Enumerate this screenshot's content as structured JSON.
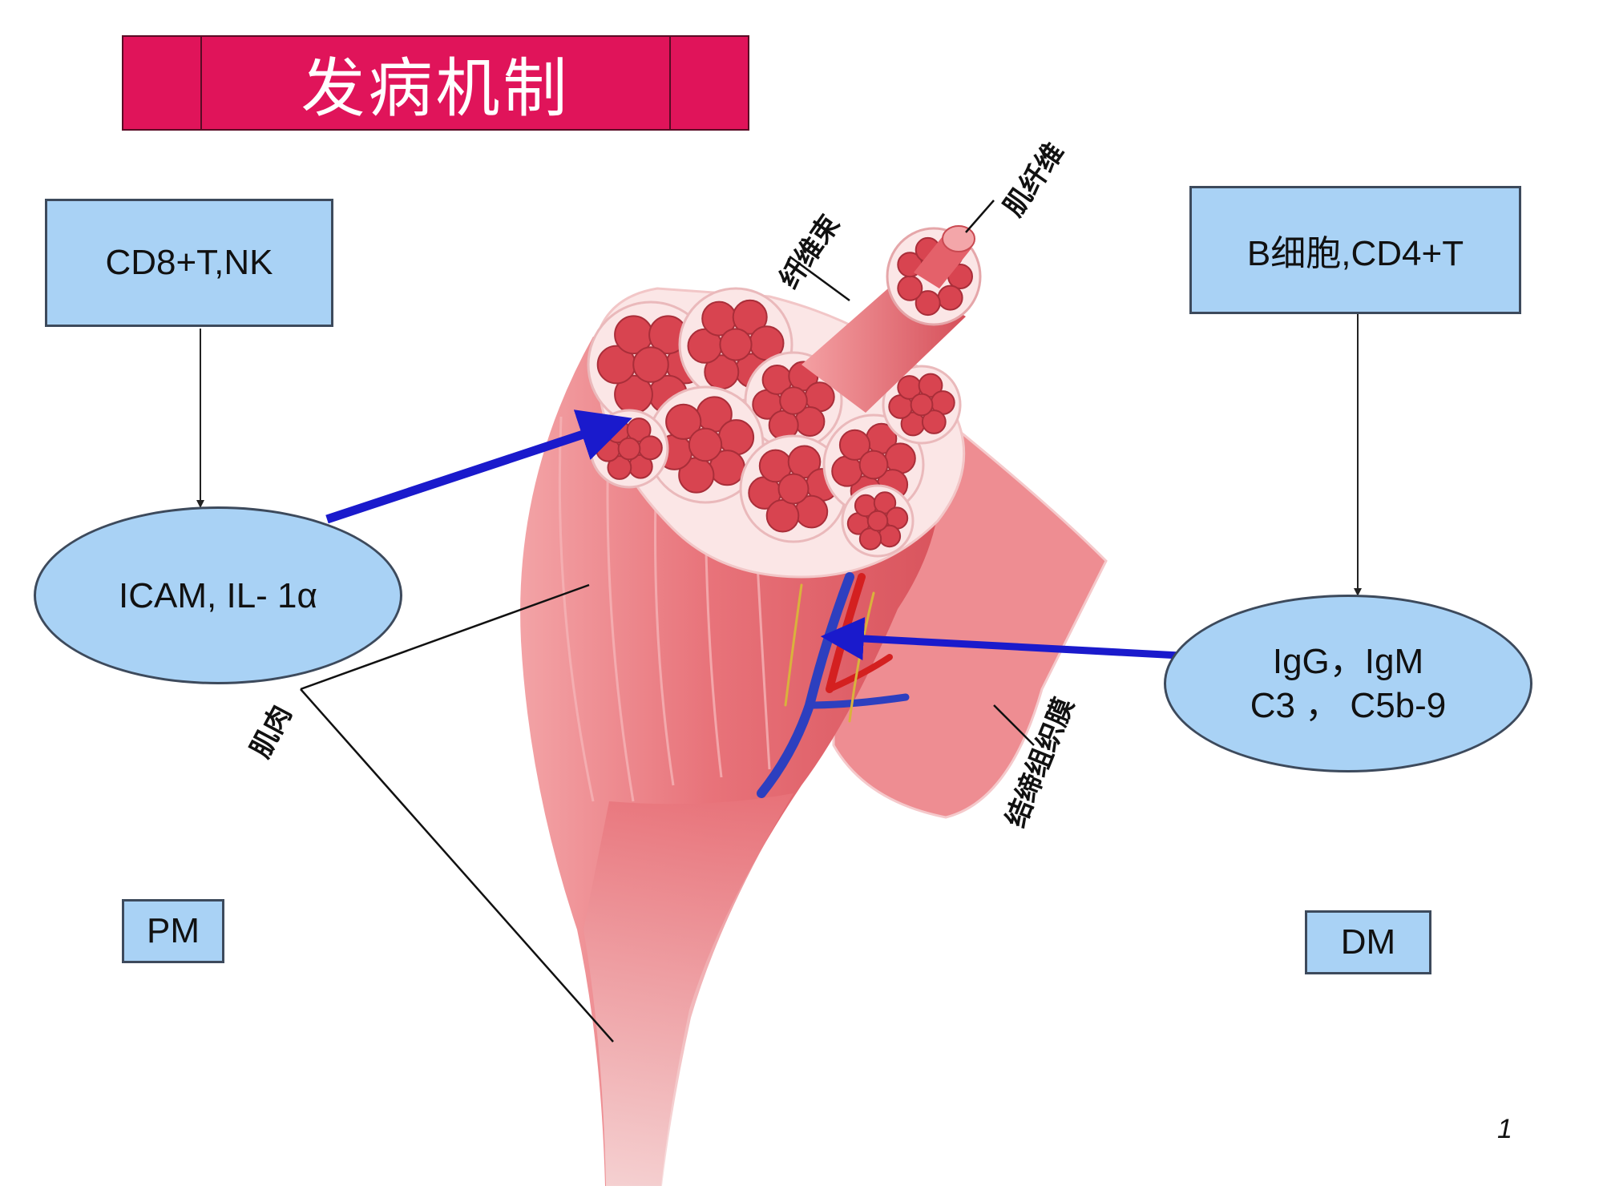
{
  "title": "发病机制",
  "pm_cells": "CD8+T,NK",
  "pm_mediators": "ICAM, IL- 1α",
  "pm_label": "PM",
  "dm_cells": "B细胞,CD4+T",
  "dm_mediators_line1": "IgG，IgM",
  "dm_mediators_line2": "C3 ， C5b-9",
  "dm_label": "DM",
  "muscle_labels": {
    "fascicle": "纤维束",
    "muscle_fiber": "肌纤维",
    "muscle": "肌肉",
    "connective_tissue": "结缔组织膜"
  },
  "page_number": "1",
  "colors": {
    "title_bg": "#e0145a",
    "box_fill": "#a9d2f5",
    "arrow_blue": "#1a1acc",
    "muscle": "#e8737a"
  }
}
